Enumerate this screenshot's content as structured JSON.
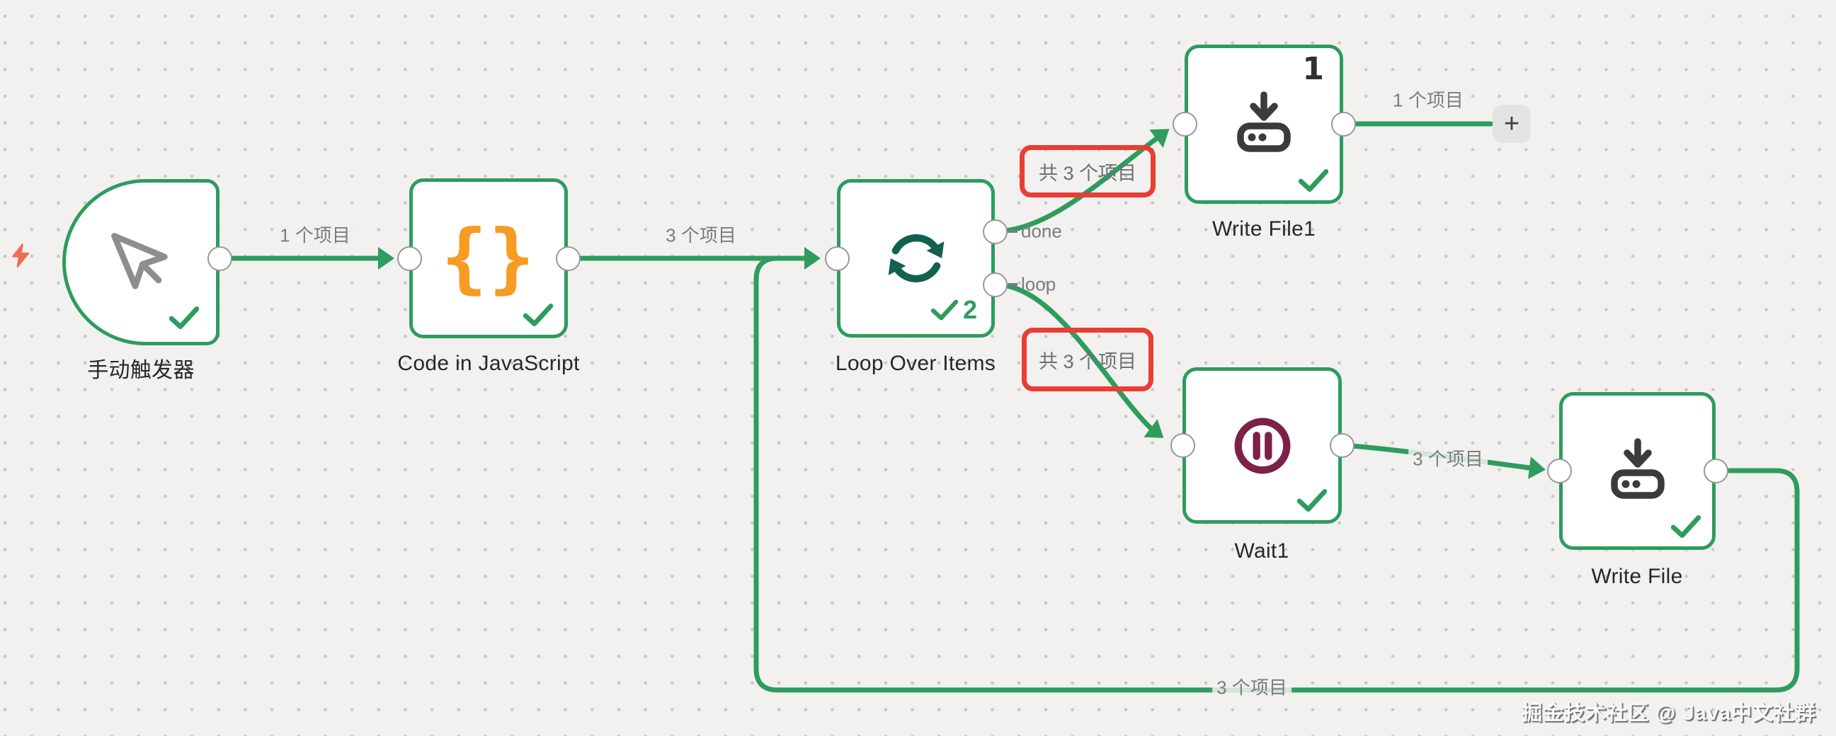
{
  "app": {
    "watermark": "掘金技术社区 @ Java中文社群"
  },
  "nodes": {
    "trigger": {
      "label": "手动触发器"
    },
    "code": {
      "label": "Code in JavaScript",
      "icon_glyph": "{}"
    },
    "loop": {
      "label": "Loop Over Items",
      "run_count": "2",
      "output_done": "done",
      "output_loop": "loop"
    },
    "write_file1": {
      "label": "Write File1",
      "item_count": "1"
    },
    "wait1": {
      "label": "Wait1"
    },
    "write_file": {
      "label": "Write File"
    }
  },
  "edges": {
    "trigger_to_code": {
      "label": "1 个项目"
    },
    "code_to_loop": {
      "label": "3 个项目"
    },
    "done_to_write_file1": {
      "annotation": "共 3 个项目"
    },
    "loop_to_wait1": {
      "annotation": "共 3 个项目"
    },
    "write_file1_out": {
      "label": "1 个项目"
    },
    "wait1_to_write_file": {
      "label": "3 个项目"
    },
    "write_file_to_loop": {
      "label": "3 个项目"
    }
  },
  "controls": {
    "add_button": "+"
  },
  "colors": {
    "node_green": "#2d9c5e",
    "annotation_red": "#ea3d33",
    "code_orange": "#f79b22",
    "loop_teal": "#12604e",
    "wait_maroon": "#7c2147",
    "icon_dark": "#3b3b3b",
    "label_gray": "#7b7c7e",
    "bolt_coral": "#ee6d57"
  }
}
